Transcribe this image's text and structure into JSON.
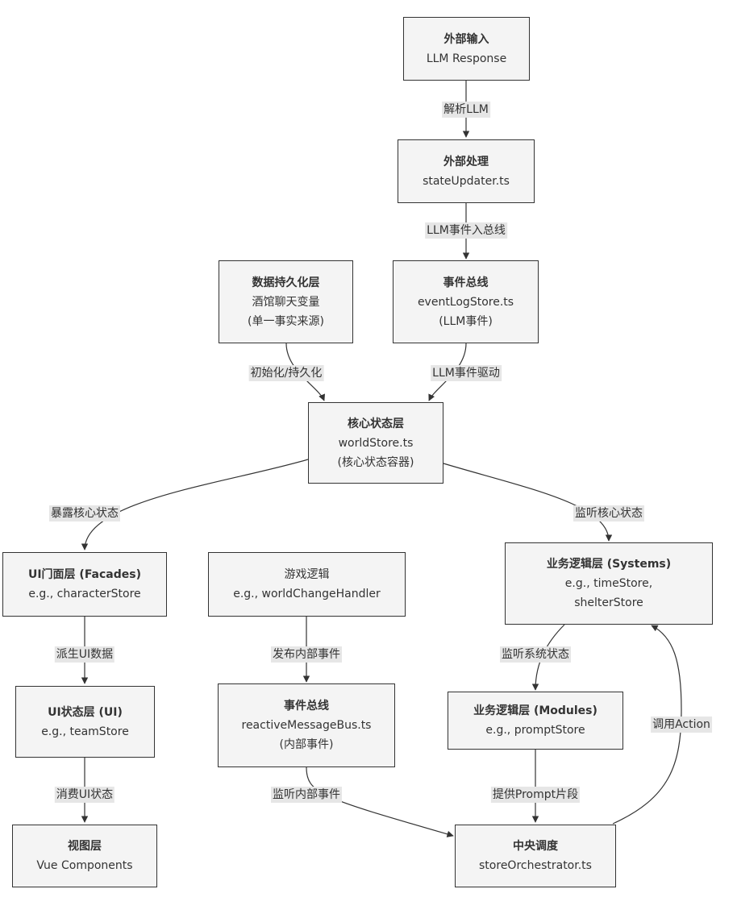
{
  "nodes": {
    "external_input": {
      "title": "外部输入",
      "lines": [
        "LLM Response"
      ]
    },
    "external_processing": {
      "title": "外部处理",
      "lines": [
        "stateUpdater.ts"
      ]
    },
    "data_persistence": {
      "title": "数据持久化层",
      "lines": [
        "酒馆聊天变量",
        "(单一事实来源)"
      ]
    },
    "event_bus_llm": {
      "title": "事件总线",
      "lines": [
        "eventLogStore.ts",
        "(LLM事件)"
      ]
    },
    "core_state": {
      "title": "核心状态层",
      "lines": [
        "worldStore.ts",
        "(核心状态容器)"
      ]
    },
    "ui_facades": {
      "title": "UI门面层 (Facades)",
      "lines": [
        "e.g., characterStore"
      ]
    },
    "game_logic": {
      "title": "",
      "lines": [
        "游戏逻辑",
        "e.g., worldChangeHandler"
      ]
    },
    "systems": {
      "title": "业务逻辑层 (Systems)",
      "lines": [
        "e.g., timeStore,",
        "shelterStore"
      ]
    },
    "ui_state": {
      "title": "UI状态层 (UI)",
      "lines": [
        "e.g., teamStore"
      ]
    },
    "event_bus_internal": {
      "title": "事件总线",
      "lines": [
        "reactiveMessageBus.ts",
        "(内部事件)"
      ]
    },
    "modules": {
      "title": "业务逻辑层 (Modules)",
      "lines": [
        "e.g., promptStore"
      ]
    },
    "view": {
      "title": "视图层",
      "lines": [
        "Vue Components"
      ]
    },
    "orchestrator": {
      "title": "中央调度",
      "lines": [
        "storeOrchestrator.ts"
      ]
    }
  },
  "edges": {
    "parse_llm": "解析LLM",
    "llm_event_to_bus": "LLM事件入总线",
    "init_persist": "初始化/持久化",
    "llm_event_drive": "LLM事件驱动",
    "expose_core": "暴露核心状态",
    "listen_core": "监听核心状态",
    "derive_ui": "派生UI数据",
    "publish_internal": "发布内部事件",
    "listen_system": "监听系统状态",
    "consume_ui": "消费UI状态",
    "listen_internal": "监听内部事件",
    "provide_prompt": "提供Prompt片段",
    "call_action": "调用Action"
  },
  "colors": {
    "node_fill": "#f4f4f4",
    "node_border": "#333333",
    "edge": "#333333",
    "label_bg": "#e6e6e6"
  }
}
